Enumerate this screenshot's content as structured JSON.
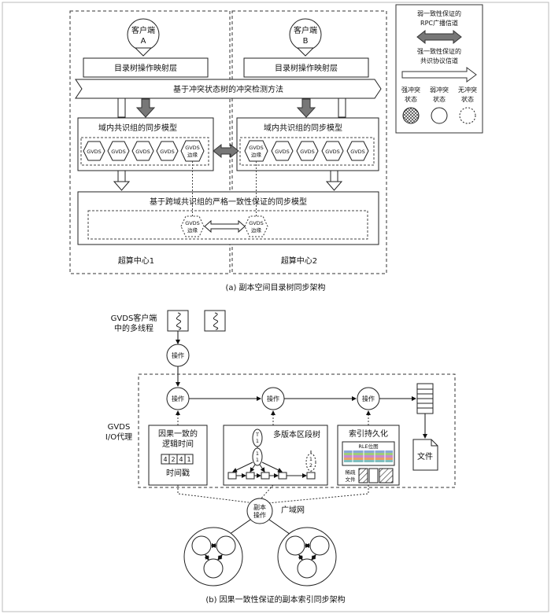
{
  "part_a": {
    "client_a": "客户端",
    "client_a_id": "A",
    "client_b": "客户端",
    "client_b_id": "B",
    "mapping_layer_a": "目录树操作映射层",
    "mapping_layer_b": "目录树操作映射层",
    "conflict_method": "基于冲突状态树的冲突检测方法",
    "intra_group_a": "域内共识组的同步模型",
    "intra_group_b": "域内共识组的同步模型",
    "gvds": "GVDS",
    "gvds_edge_top": "GVDS",
    "gvds_edge_bottom": "边缘",
    "cross_domain": "基于跨域共识组的严格一致性保证的同步模型",
    "center1": "超算中心1",
    "center2": "超算中心2",
    "caption": "(a) 副本空间目录树同步架构"
  },
  "legend": {
    "weak_line1": "弱一致性保证的",
    "weak_line2": "RPC广播信道",
    "strong_line1": "强一致性保证的",
    "strong_line2": "共识协议信道",
    "strong_conflict": "强冲突",
    "weak_conflict": "弱冲突",
    "no_conflict": "无冲突",
    "state": "状态"
  },
  "part_b": {
    "client_threads_line1": "GVDS客户端",
    "client_threads_line2": "中的多线程",
    "operation": "操作",
    "proxy_line1": "GVDS",
    "proxy_line2": "I/O代理",
    "causal_line1": "因果一致的",
    "causal_line2": "逻辑时间",
    "timestamp_digits": [
      "4",
      "2",
      "4",
      "1"
    ],
    "timestamp": "时间戳",
    "multi_version": "多版本区段树",
    "tree_node_1_top": "T",
    "tree_node_1_bottom": "1",
    "tree_node_2_top": "1",
    "tree_node_2_bottom": "1",
    "tree_node_3_top": "1",
    "tree_node_3_bottom": "2",
    "index_persist": "索引持久化",
    "rle_bitmap": "RLE位图",
    "sparse_file_line1": "稀疏",
    "sparse_file_line2": "文件",
    "file": "文件",
    "replica_op_line1": "副本",
    "replica_op_line2": "操作",
    "wan": "广域网",
    "caption": "(b) 因果一致性保证的副本索引同步架构"
  }
}
